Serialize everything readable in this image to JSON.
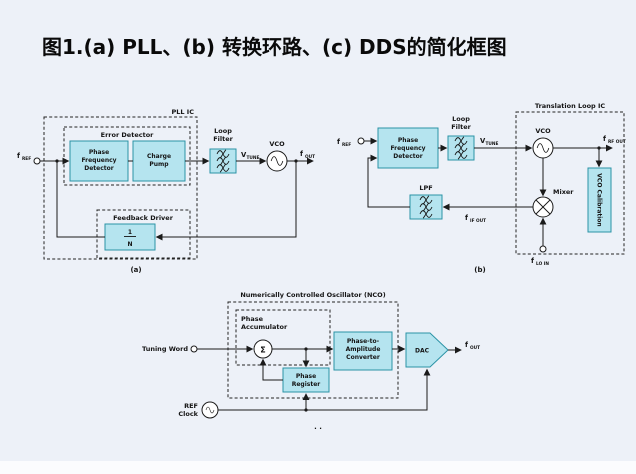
{
  "page": {
    "title": "图1.(a) PLL、(b) 转换环路、(c) DDS的简化框图",
    "background": "#edf1f8"
  },
  "colors": {
    "block_fill": "#b5e4ef",
    "block_stroke": "#2a93a6",
    "line": "#1a1a1a"
  },
  "pll": {
    "ic_label": "PLL IC",
    "f_ref": {
      "base": "f",
      "sub": "REF"
    },
    "error_detector": "Error Detector",
    "pfd_lines": [
      "Phase",
      "Frequency",
      "Detector"
    ],
    "charge_pump_lines": [
      "Charge",
      "Pump"
    ],
    "loop_filter_lines": [
      "Loop",
      "Filter"
    ],
    "v_tune": {
      "base": "V",
      "sub": "TUNE"
    },
    "vco": "VCO",
    "f_out": {
      "base": "f",
      "sub": "OUT"
    },
    "feedback_driver": "Feedback Driver",
    "divider": {
      "num": "1",
      "den": "N"
    },
    "caption": "(a)"
  },
  "translation": {
    "ic_label": "Translation Loop IC",
    "f_ref": {
      "base": "f",
      "sub": "REF"
    },
    "pfd_lines": [
      "Phase",
      "Frequency",
      "Detector"
    ],
    "loop_filter_lines": [
      "Loop",
      "Filter"
    ],
    "v_tune": {
      "base": "V",
      "sub": "TUNE"
    },
    "vco": "VCO",
    "f_rf_out": {
      "base": "f",
      "sub": "RF OUT"
    },
    "mixer": "Mixer",
    "vco_calibration": "VCO Calibration",
    "lpf": "LPF",
    "f_if_out": {
      "base": "f",
      "sub": "IF OUT"
    },
    "f_lo_in": {
      "base": "f",
      "sub": "LO IN"
    },
    "caption": "(b)"
  },
  "dds": {
    "nco_label": "Numerically Controlled Oscillator (NCO)",
    "phase_accumulator_lines": [
      "Phase",
      "Accumulator"
    ],
    "sigma": "Σ",
    "phase_register_lines": [
      "Phase",
      "Register"
    ],
    "pac_lines": [
      "Phase-to-",
      "Amplitude",
      "Converter"
    ],
    "dac": "DAC",
    "tuning_word": "Tuning Word",
    "ref_clock_lines": [
      "REF",
      "Clock"
    ],
    "f_out": {
      "base": "f",
      "sub": "OUT"
    },
    "caption": ". ."
  }
}
